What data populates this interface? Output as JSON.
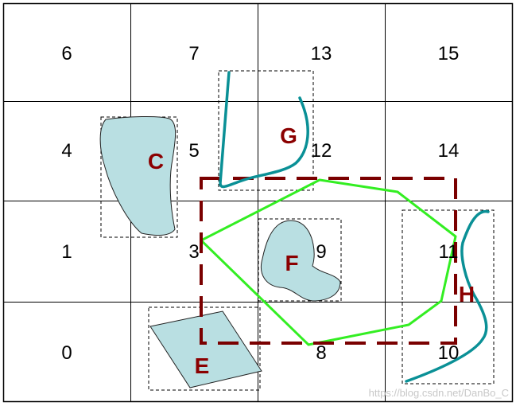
{
  "colors": {
    "grid": "#000000",
    "shape_fill": "#b9dfe2",
    "shape_stroke": "#222222",
    "bbox_stroke": "#000000",
    "query_rect": "#7a0000",
    "polygon": "#33ee22",
    "curve": "#0a9096",
    "label": "#8b0000",
    "watermark": "#c8c8c8"
  },
  "cells": {
    "c6": "6",
    "c7": "7",
    "c13": "13",
    "c15": "15",
    "c4": "4",
    "c5": "5",
    "c12": "12",
    "c14": "14",
    "c1": "1",
    "c3": "3",
    "c9": "9",
    "c11": "11",
    "c0": "0",
    "c8": "8",
    "c10": "10"
  },
  "regions": {
    "C": "C",
    "G": "G",
    "F": "F",
    "E": "E",
    "H": "H"
  },
  "watermark": "https://blog.csdn.net/DanBo_C"
}
